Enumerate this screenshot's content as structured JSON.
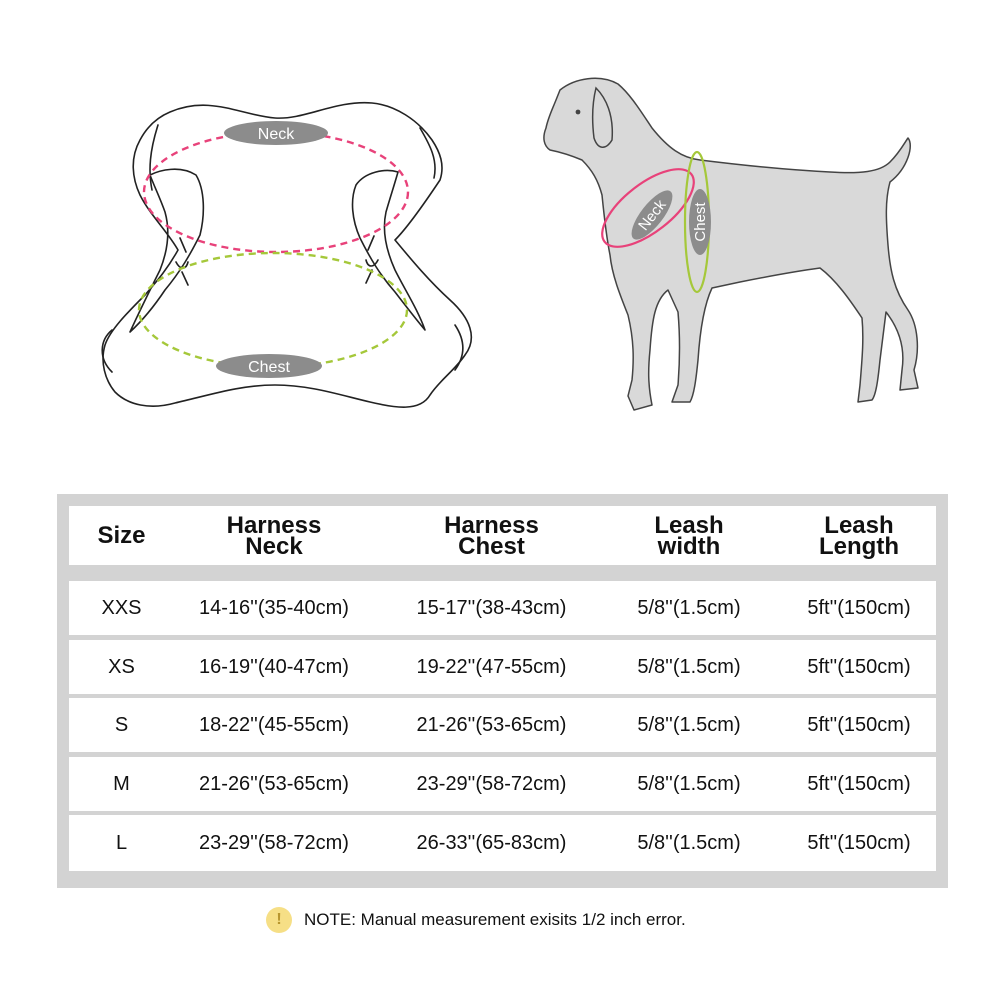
{
  "diagram": {
    "harness_neck_label": "Neck",
    "harness_chest_label": "Chest",
    "dog_neck_label": "Neck",
    "dog_chest_label": "Chest",
    "neck_color": "#e8427a",
    "chest_color": "#a5c83a",
    "label_pill_color": "#8c8c8c",
    "dog_fill_color": "#d9d9d9"
  },
  "table": {
    "headers": {
      "size": "Size",
      "harness_neck_1": "Harness",
      "harness_neck_2": "Neck",
      "harness_chest_1": "Harness",
      "harness_chest_2": "Chest",
      "leash_width_1": "Leash",
      "leash_width_2": "width",
      "leash_length_1": "Leash",
      "leash_length_2": "Length"
    },
    "rows": [
      {
        "size": "XXS",
        "neck": "14-16''(35-40cm)",
        "chest": "15-17''(38-43cm)",
        "width": "5/8''(1.5cm)",
        "length": "5ft''(150cm)"
      },
      {
        "size": "XS",
        "neck": "16-19''(40-47cm)",
        "chest": "19-22''(47-55cm)",
        "width": "5/8''(1.5cm)",
        "length": "5ft''(150cm)"
      },
      {
        "size": "S",
        "neck": "18-22''(45-55cm)",
        "chest": "21-26''(53-65cm)",
        "width": "5/8''(1.5cm)",
        "length": "5ft''(150cm)"
      },
      {
        "size": "M",
        "neck": "21-26''(53-65cm)",
        "chest": "23-29''(58-72cm)",
        "width": "5/8''(1.5cm)",
        "length": "5ft''(150cm)"
      },
      {
        "size": "L",
        "neck": "23-29''(58-72cm)",
        "chest": "26-33''(65-83cm)",
        "width": "5/8''(1.5cm)",
        "length": "5ft''(150cm)"
      }
    ]
  },
  "note": {
    "icon": "exclamation-icon",
    "icon_glyph": "!",
    "text": "NOTE: Manual measurement exisits 1/2  inch error."
  }
}
